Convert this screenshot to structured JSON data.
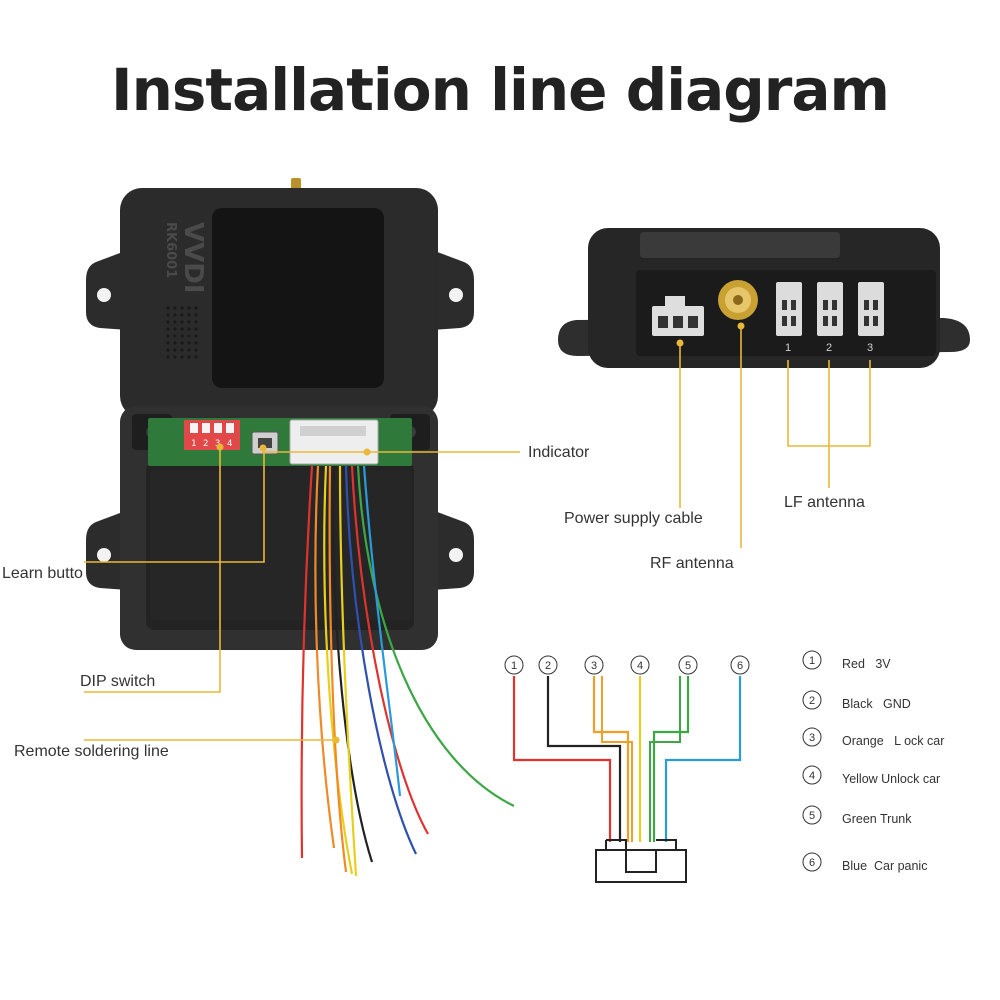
{
  "title": "Installation line diagram",
  "device": {
    "brand": "VVDI",
    "model": "RK6001"
  },
  "callouts": {
    "indicator": "Indicator",
    "learn_button": "Learn butto",
    "dip_switch": "DIP switch",
    "remote_soldering_line": "Remote soldering line",
    "power_supply_cable": "Power supply cable",
    "rf_antenna": "RF antenna",
    "lf_antenna": "LF antenna"
  },
  "dip_positions": [
    "1",
    "2",
    "3",
    "4"
  ],
  "ports": [
    "1",
    "2",
    "3"
  ],
  "wiring": {
    "pins": [
      {
        "num": "1",
        "color": "#e0332f"
      },
      {
        "num": "2",
        "color": "#222222"
      },
      {
        "num": "3",
        "color": "#f0a028"
      },
      {
        "num": "4",
        "color": "#e8cf1c"
      },
      {
        "num": "5",
        "color": "#3ca845"
      },
      {
        "num": "6",
        "color": "#2a9ad8"
      }
    ],
    "legend": [
      {
        "num": "1",
        "text": "Red   3V"
      },
      {
        "num": "2",
        "text": "Black   GND"
      },
      {
        "num": "3",
        "text": "Orange   L ock car"
      },
      {
        "num": "4",
        "text": "Yellow Unlock car"
      },
      {
        "num": "5",
        "text": "Green Trunk"
      },
      {
        "num": "6",
        "text": "Blue  Car panic"
      }
    ]
  }
}
